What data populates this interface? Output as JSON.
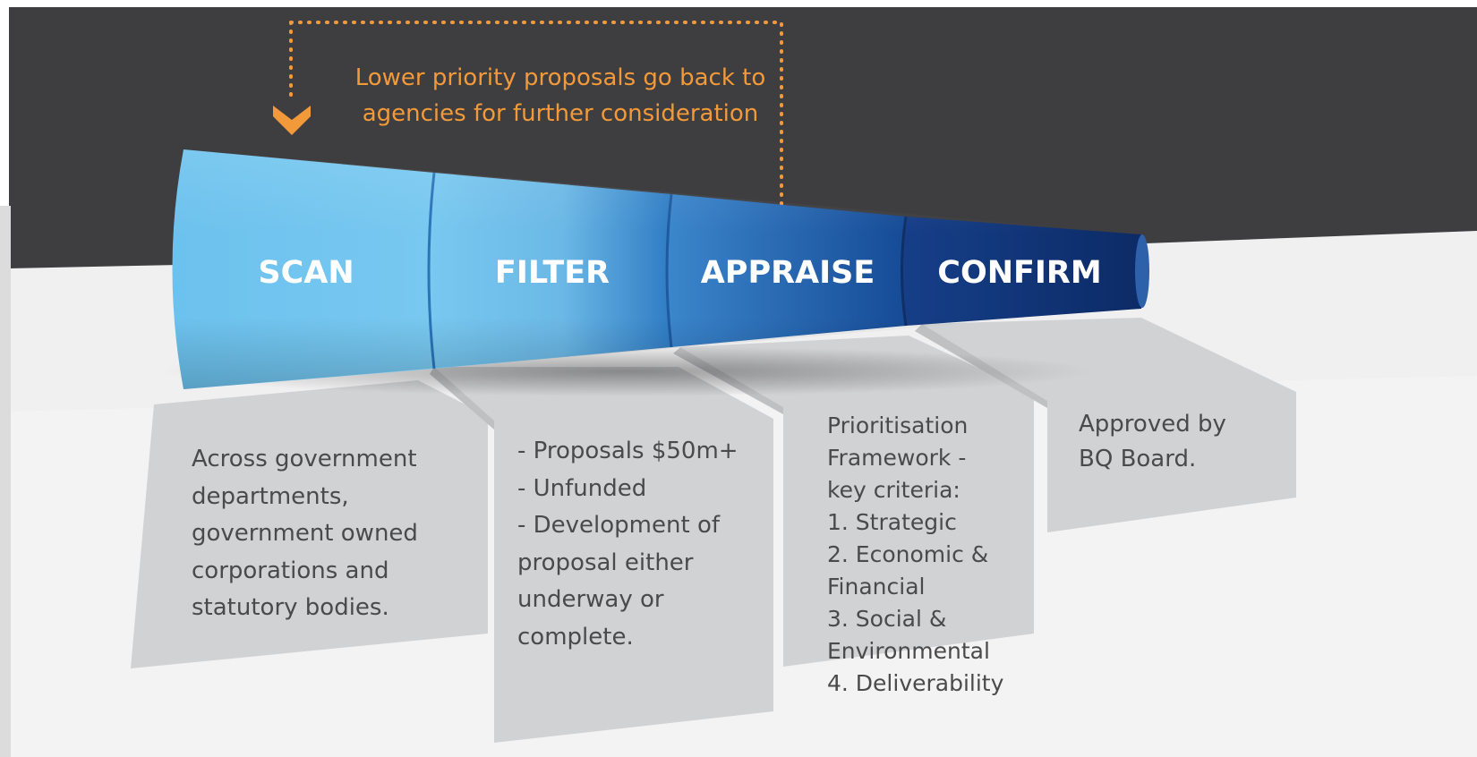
{
  "note": {
    "lines": [
      "Lower priority proposals go back to",
      "agencies for further consideration"
    ]
  },
  "stages": [
    {
      "id": "scan",
      "label": "SCAN"
    },
    {
      "id": "filter",
      "label": "FILTER"
    },
    {
      "id": "appraise",
      "label": "APPRAISE"
    },
    {
      "id": "confirm",
      "label": "CONFIRM"
    }
  ],
  "cards": {
    "scan": "Across government\ndepartments,\ngovernment owned\ncorporations and\nstatutory bodies.",
    "filter": "- Proposals $50m+\n- Unfunded\n- Development of\n   proposal either\n   underway or\n   complete.",
    "appraise": "Prioritisation\nFramework -\nkey criteria:\n1. Strategic\n2. Economic &\nFinancial\n3. Social &\nEnvironmental\n4. Deliverability",
    "confirm": "Approved by\nBQ Board."
  },
  "colors": {
    "dark_band": "#3e3d40",
    "accent_orange": "#f29a3a",
    "card_grey": "#d1d2d4",
    "scan_blue": "#6ec4ee",
    "confirm_navy": "#0d2d6b"
  }
}
